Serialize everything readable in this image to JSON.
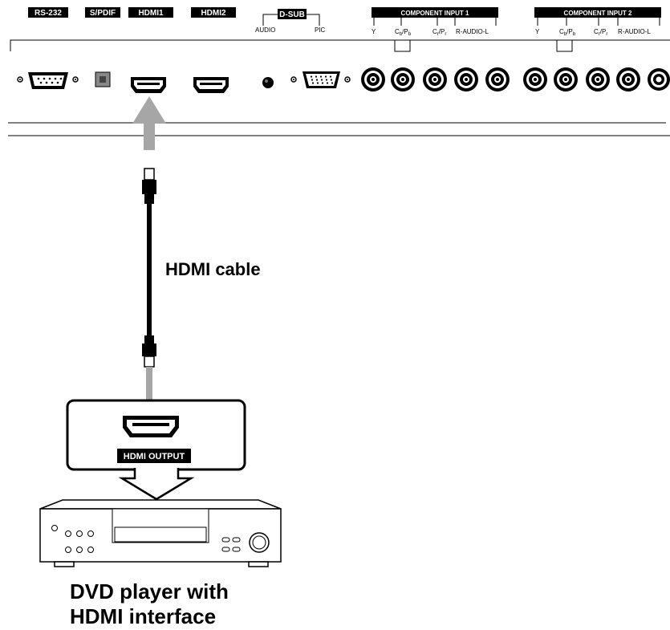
{
  "top_labels": {
    "rs232": "RS-232",
    "spdif": "S/PDIF",
    "hdmi1": "HDMI1",
    "hdmi2": "HDMI2",
    "dsub": "D-SUB",
    "audio": "AUDIO",
    "pic": "PIC",
    "component1": "COMPONENT INPUT 1",
    "component2": "COMPONENT INPUT 2"
  },
  "component_sublabels": {
    "y": "Y",
    "cb": "C",
    "cb_sub": "b",
    "pb": "/P",
    "pb_sub": "b",
    "cr": "C",
    "cr_sub": "r",
    "pr": "/P",
    "pr_sub": "r",
    "audio_rl": "R-AUDIO-L"
  },
  "cable_label": "HDMI cable",
  "output_label": "HDMI OUTPUT",
  "device_caption": {
    "line1": "DVD player with",
    "line2": "HDMI interface"
  },
  "colors": {
    "ink": "#000000",
    "arrow_gray": "#a6a6a6",
    "paper": "#ffffff"
  }
}
